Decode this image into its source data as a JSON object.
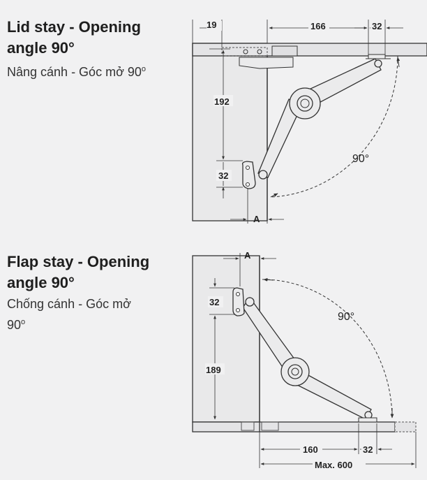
{
  "lid_stay": {
    "title_line1": "Lid stay - Opening",
    "title_line2": "angle 90°",
    "subtitle": "Nâng cánh - Góc mở 90",
    "subtitle_sup": "o",
    "dims": {
      "top_left": "19",
      "top_mid": "166",
      "top_right": "32",
      "vertical_main": "192",
      "vertical_small": "32",
      "bottom": "A"
    },
    "angle": "90°"
  },
  "flap_stay": {
    "title_line1": "Flap stay - Opening",
    "title_line2": "angle 90°",
    "subtitle_line1": "Chống cánh - Góc mở",
    "subtitle_line2": "90",
    "subtitle_sup": "o",
    "dims": {
      "top": "A",
      "vertical_small": "32",
      "vertical_main": "189",
      "bottom_mid": "160",
      "bottom_right": "32",
      "bottom_total": "Max. 600"
    },
    "angle": "90°"
  },
  "colors": {
    "background": "#f1f1f2",
    "line": "#333333",
    "panel_fill": "#e4e4e6",
    "mechanism_fill": "#ebebec"
  }
}
